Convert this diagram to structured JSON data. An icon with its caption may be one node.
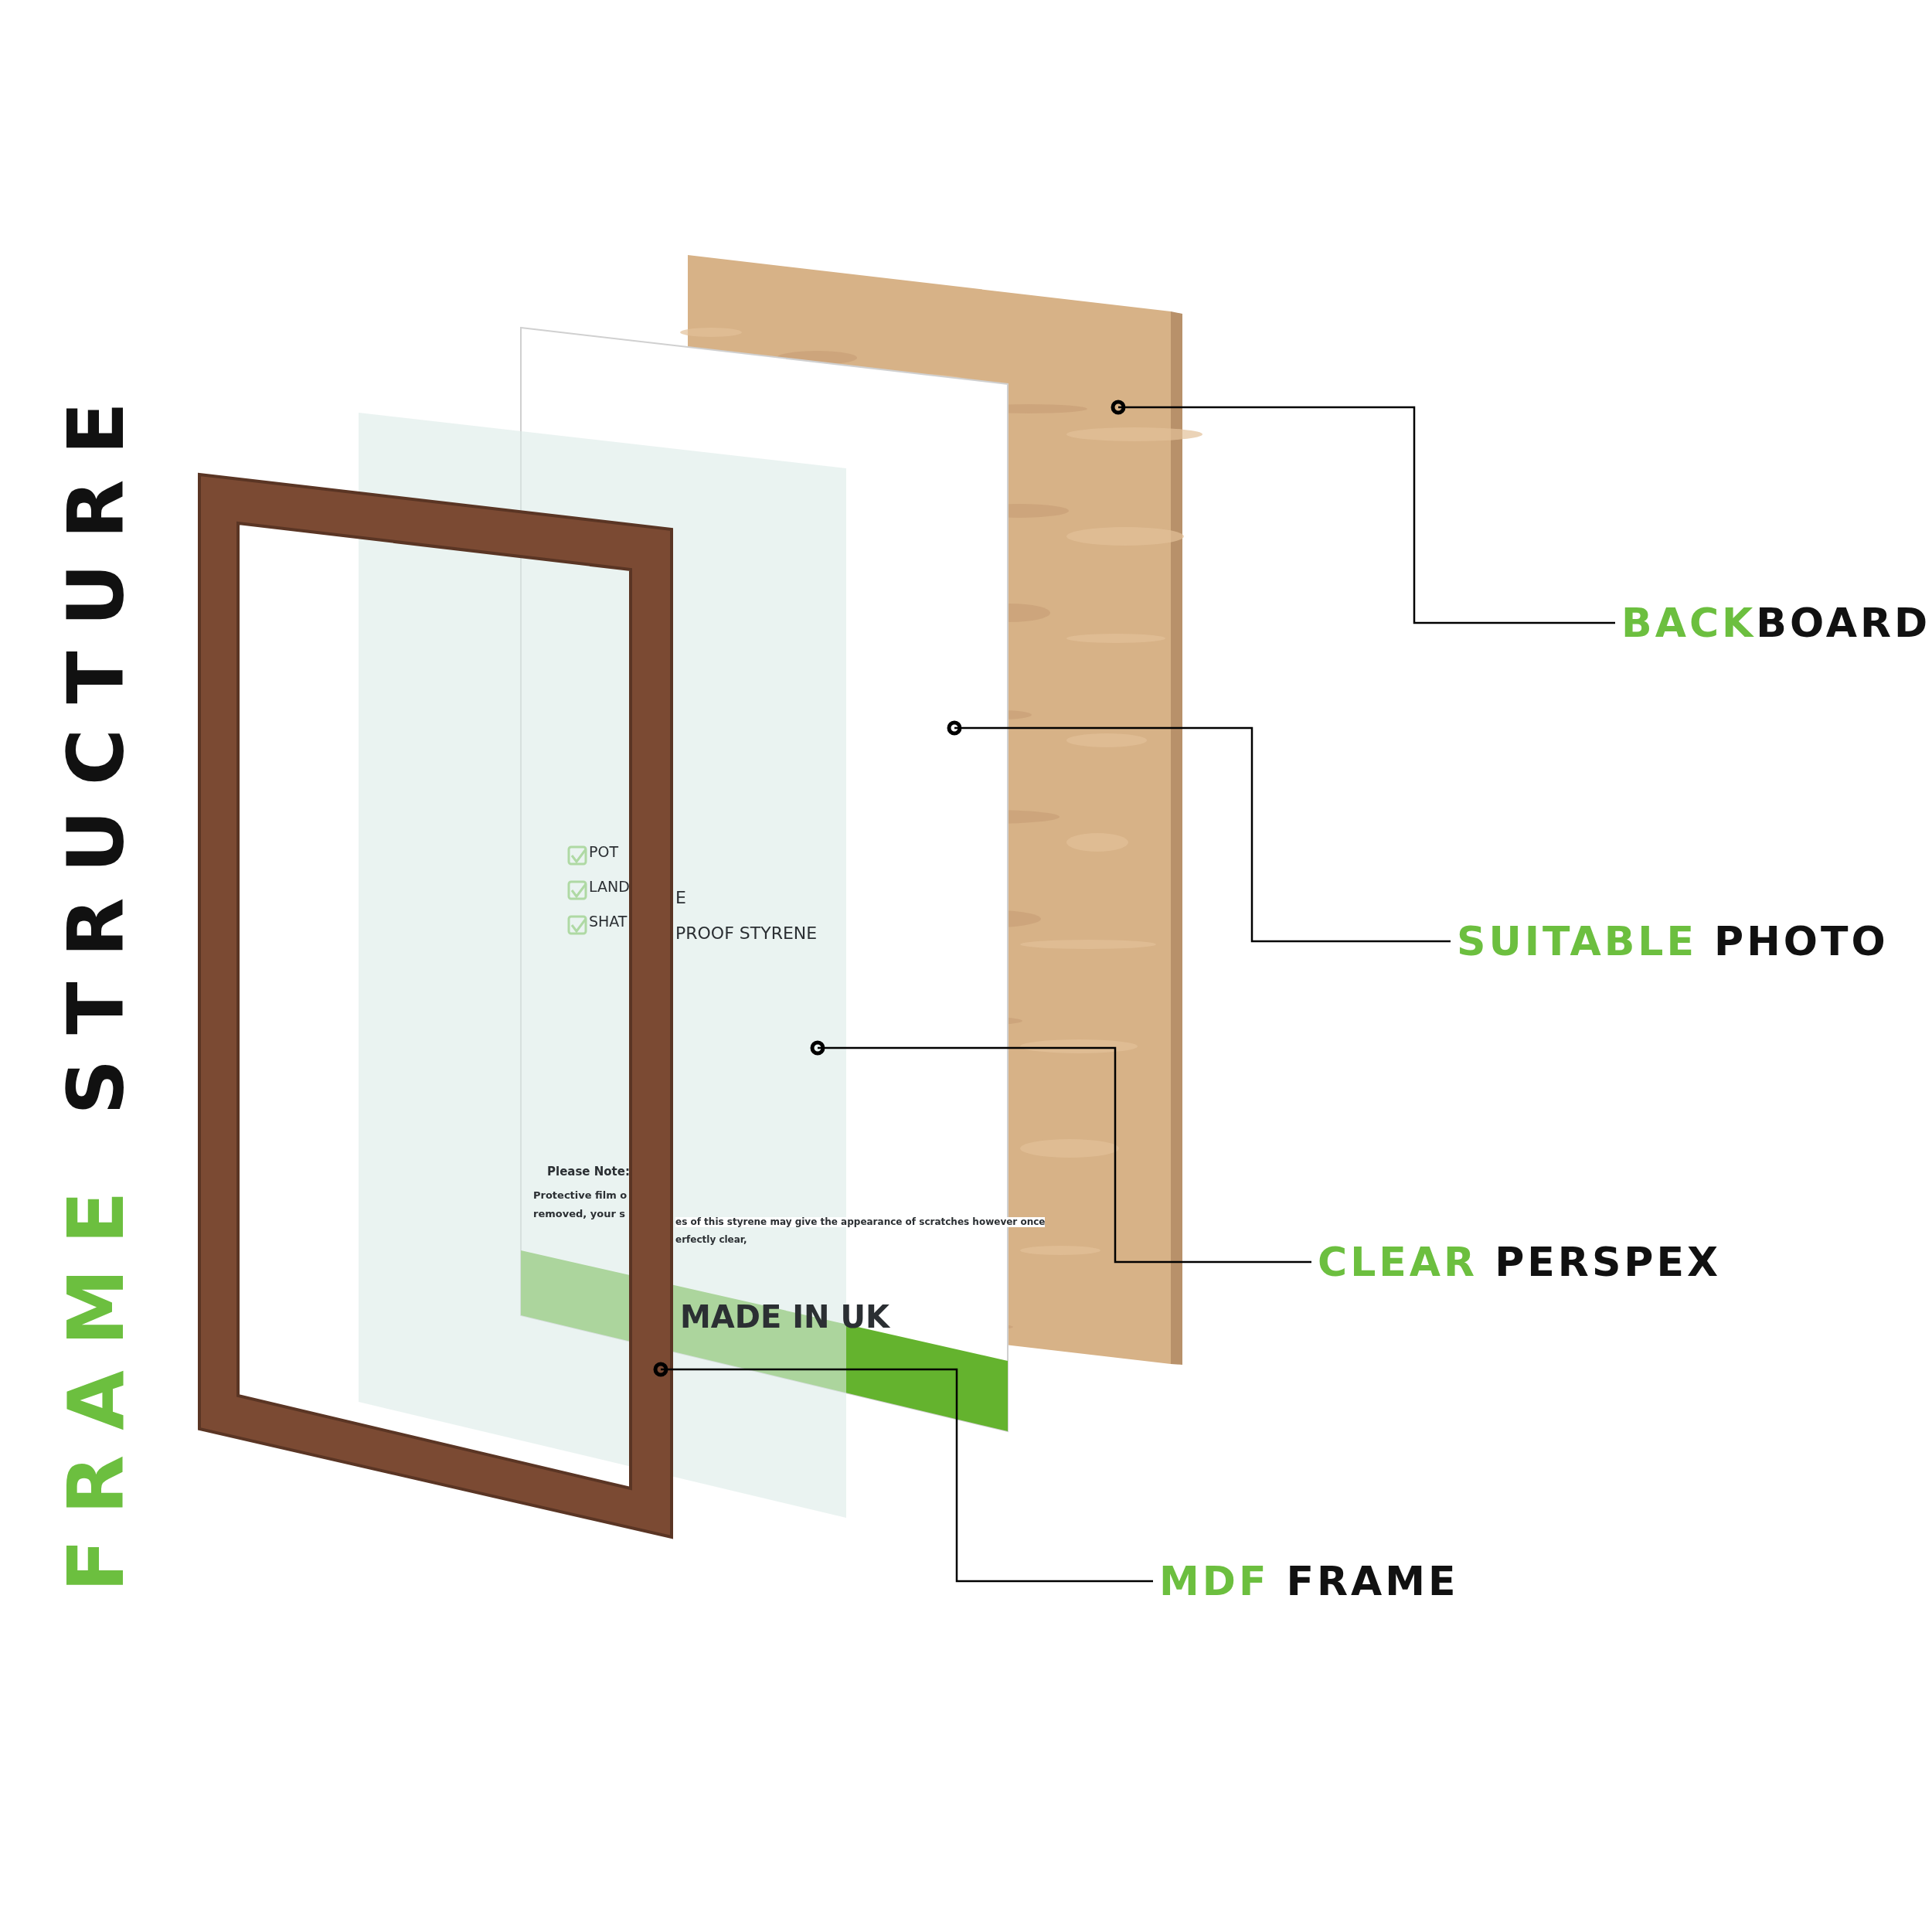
{
  "diagram": {
    "title": "FRAME STRUCTURE",
    "nodes": [
      {
        "text": [
          "BACKBOARD"
        ]
      },
      {
        "text": [
          "SUITABLE PHOTO"
        ]
      },
      {
        "text": [
          "CLEAR PERSPEX"
        ]
      },
      {
        "text": [
          "MDF FRAME"
        ]
      },
      {
        "text": [],
        "shape": "picture"
      },
      {
        "text": [],
        "shape": "picture"
      },
      {
        "text": [],
        "shape": "picture"
      },
      {
        "text": [],
        "shape": "picture"
      }
    ],
    "edges": [
      {
        "from": 0,
        "to": 4,
        "arrow": "other"
      },
      {
        "from": 1,
        "to": 5,
        "arrow": "other"
      },
      {
        "from": 2,
        "to": 6,
        "arrow": "other"
      },
      {
        "from": 3,
        "to": 7,
        "arrow": "other"
      }
    ],
    "labels": [
      "POT",
      "LAND",
      "E",
      "SHAT",
      "PROOF STYRENE",
      "Please Note:",
      "Protective film o",
      "removed, your s",
      "es of this styrene may give the appearance of scratches however once",
      "erfectly clear,",
      "MADE IN UK"
    ]
  }
}
